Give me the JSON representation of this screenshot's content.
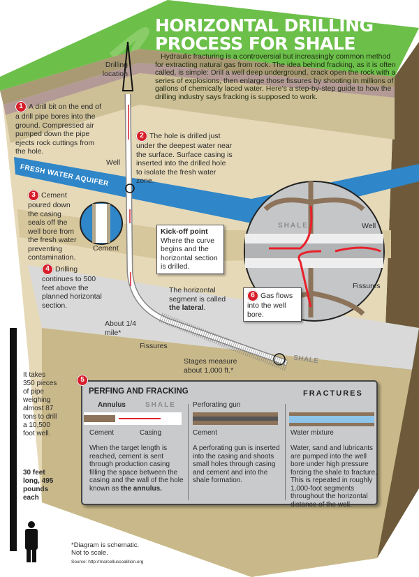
{
  "header": {
    "title_line1": "HORIZONTAL DRILLING",
    "title_line2": "PROCESS FOR SHALE",
    "intro": "Hydraulic fracturing is a controversial but increasingly common method for extracting natural gas from rock. The idea behind fracking, as it is often called, is simple: Drill a well deep underground, crack open the rock with a series of explosions, then enlarge those fissures by shooting in millions of gallons of chemically laced water. Here’s a step-by-step guide to how the drilling industry says fracking is supposed to work."
  },
  "colors": {
    "grass": "#6cc04a",
    "aquifer": "#2f86c8",
    "shale": "#d9d9d9",
    "soil_light": "#e6d9b8",
    "soil_dark": "#c9b98a",
    "badge_red": "#d61f2a",
    "panel_bg": "#c9cacc"
  },
  "labels": {
    "drilling_location": "Drilling location",
    "well": "Well",
    "fresh_water_aquifer": "FRESH WATER AQUIFER",
    "cement": "Cement",
    "about_quarter_mile": "About 1/4 mile*",
    "fissures": "Fissures",
    "stages": "Stages measure about 1,000 ft.*",
    "shale": "SHALE",
    "lateral_prefix": "The horizontal segment is called",
    "lateral_bold": "the lateral"
  },
  "steps": [
    {
      "num": "1",
      "text": "A drill bit on the end of a drill pipe bores into the ground. Compressed air pumped down the pipe ejects rock cuttings from the hole."
    },
    {
      "num": "2",
      "text": "The hole is drilled just under the deepest water near the surface. Surface casing is inserted into the drilled hole to isolate the fresh water zone."
    },
    {
      "num": "3",
      "text": "Cement poured down the casing seals off the well bore from the fresh water preventing contamination."
    },
    {
      "num": "4",
      "text": "Drilling continues to 500 feet above the planned horizontal section."
    },
    {
      "num": "5",
      "text": "PERFING AND FRACKING"
    },
    {
      "num": "6",
      "text": "Gas flows into the well bore."
    }
  ],
  "kickoff": {
    "title": "Kick-off point",
    "text": "Where the curve begins and the horizontal section is drilled."
  },
  "inset": {
    "shale": "SHALE",
    "well": "Well",
    "fissures": "Fissures"
  },
  "panel": {
    "col1": {
      "annulus": "Annulus",
      "shale": "SHALE",
      "cement": "Cement",
      "casing": "Casing",
      "text_prefix": "When the target length is reached, cement is sent through production casing filling the space between the casing and the wall of the hole known as",
      "text_bold": "the annulus."
    },
    "col2": {
      "gun": "Perforating gun",
      "cement": "Cement",
      "text": "A perforating gun is inserted into the casing and shoots small holes through casing and cement and into the shale formation."
    },
    "col3": {
      "fractures": "FRACTURES",
      "water": "Water mixture",
      "text": "Water, sand and lubricants are pumped into the well bore under high pressure forcing the shale to fracture. This is repeated in roughly 1,000-foot segments throughout the horizontal distance of the well."
    }
  },
  "pipe_facts": {
    "text": "It takes 350 pieces of pipe weighing almost 87 tons to drill a 10,500 foot well.",
    "bold": "30 feet long, 495 pounds each"
  },
  "footer": {
    "note_line1": "*Diagram is schematic.",
    "note_line2": "Not to scale.",
    "source": "Source: http://marcelluscoalition.org"
  }
}
